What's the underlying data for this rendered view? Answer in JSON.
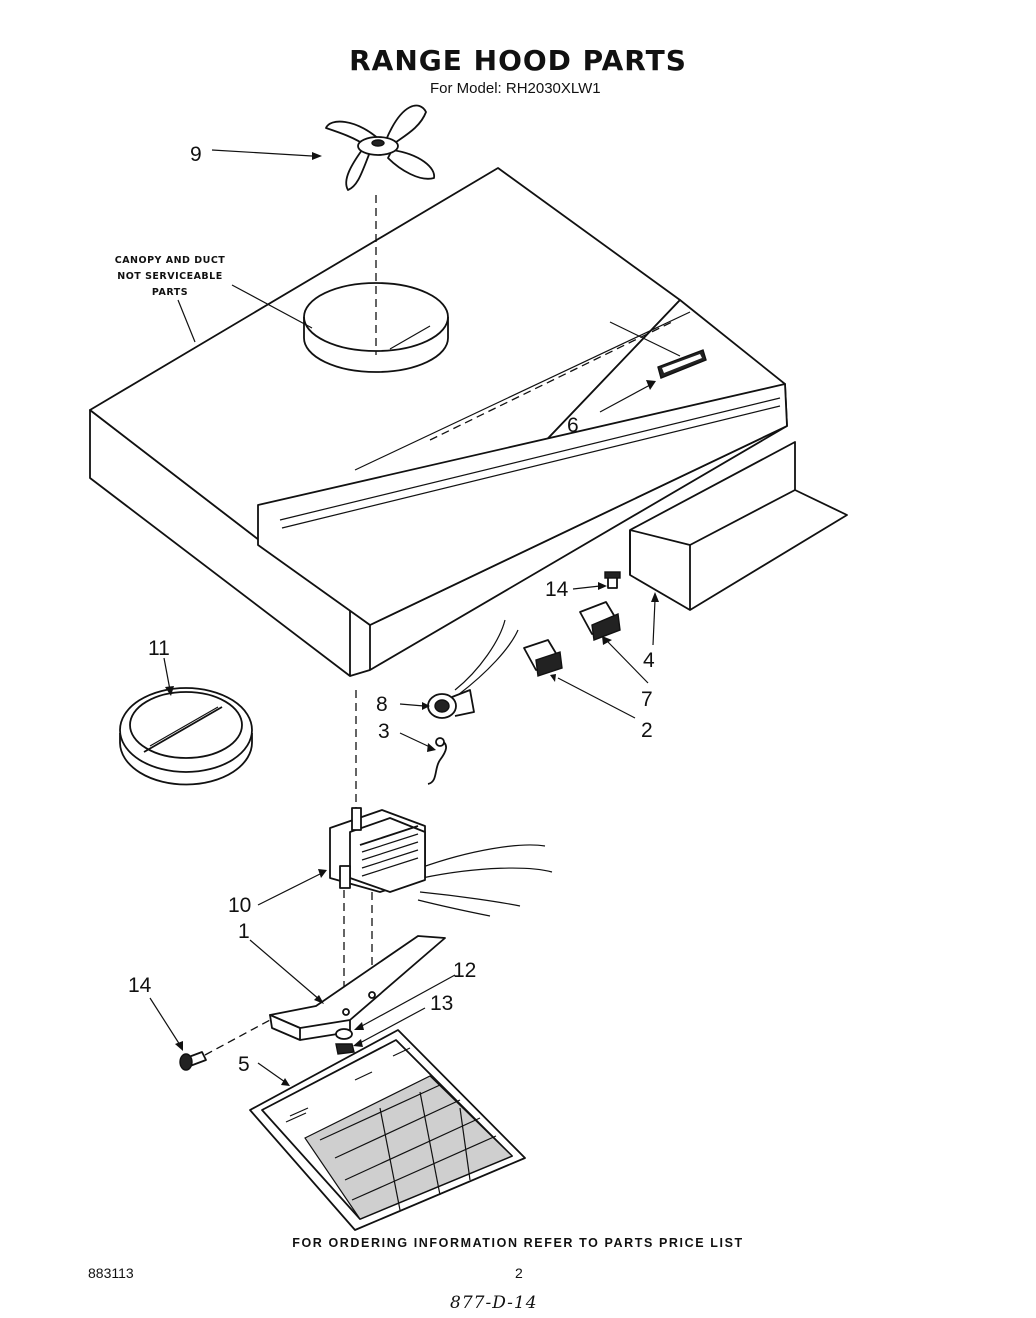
{
  "header": {
    "title": "RANGE HOOD PARTS",
    "subtitle": "For Model: RH2030XLW1"
  },
  "callout_note": [
    "CANOPY AND DUCT",
    "NOT SERVICEABLE",
    "PARTS"
  ],
  "part_labels": [
    "1",
    "2",
    "3",
    "4",
    "5",
    "6",
    "7",
    "8",
    "9",
    "10",
    "11",
    "12",
    "13",
    "14",
    "14"
  ],
  "footer": {
    "ordering_note": "FOR ORDERING INFORMATION REFER TO PARTS PRICE LIST",
    "document_number": "883113",
    "page_number": "2",
    "handwritten_code": "877-D-14"
  }
}
